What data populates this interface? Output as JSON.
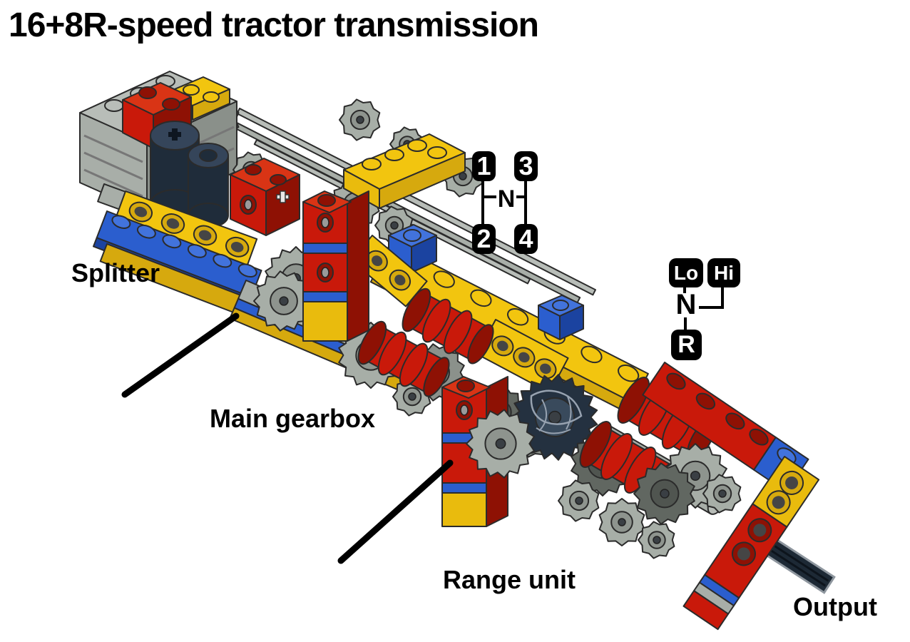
{
  "title": "16+8R-speed tractor transmission",
  "labels": {
    "splitter": "Splitter",
    "main_gearbox": "Main gearbox",
    "range_unit": "Range unit",
    "output": "Output"
  },
  "shift_patterns": {
    "main_gearbox": {
      "gear_1": "1",
      "gear_3": "3",
      "gear_2": "2",
      "gear_4": "4",
      "neutral": "N"
    },
    "range_unit": {
      "low": "Lo",
      "high": "Hi",
      "neutral": "N",
      "reverse": "R"
    }
  },
  "palette": {
    "lego_red": "#C9190A",
    "lego_red_dark": "#8E1104",
    "lego_yellow": "#F2C50F",
    "lego_yellow_dark": "#D6A90E",
    "lego_blue": "#2B5ECE",
    "lego_blue_dark": "#1B43A0",
    "lego_gray": "#A8AEA8",
    "lego_gray_dark": "#8A908A",
    "lego_navy": "#1F2C3A",
    "annotation_black": "#000000",
    "background": "#FFFFFF"
  }
}
